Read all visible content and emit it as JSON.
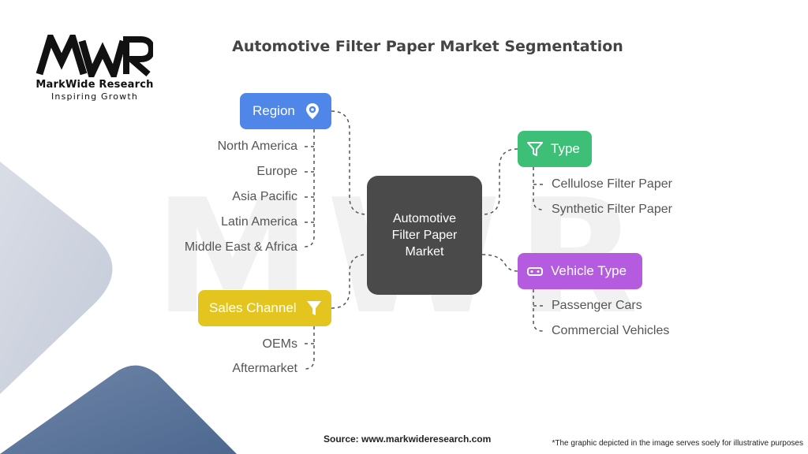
{
  "logo": {
    "mark": "MWR",
    "name": "MarkWide Research",
    "tagline": "Inspiring Growth"
  },
  "title": "Automotive Filter Paper Market Segmentation",
  "center": {
    "label": "Automotive Filter Paper Market"
  },
  "branches": {
    "region": {
      "label": "Region",
      "icon": "location-gear-icon",
      "color": "#4f86e8",
      "items": [
        "North America",
        "Europe",
        "Asia Pacific",
        "Latin America",
        "Middle East & Africa"
      ]
    },
    "type": {
      "label": "Type",
      "icon": "funnel-icon",
      "color": "#3dbf78",
      "items": [
        "Cellulose Filter Paper",
        "Synthetic Filter Paper"
      ]
    },
    "sales_channel": {
      "label": "Sales Channel",
      "icon": "funnel-icon",
      "color": "#e4c51f",
      "items": [
        "OEMs",
        "Aftermarket"
      ]
    },
    "vehicle_type": {
      "label": "Vehicle Type",
      "icon": "car-icon",
      "color": "#b45be0",
      "items": [
        "Passenger Cars",
        "Commercial Vehicles"
      ]
    }
  },
  "footer": {
    "source": "Source: www.markwideresearch.com",
    "note": "*The graphic depicted in the image serves soely for illustrative purposes"
  }
}
